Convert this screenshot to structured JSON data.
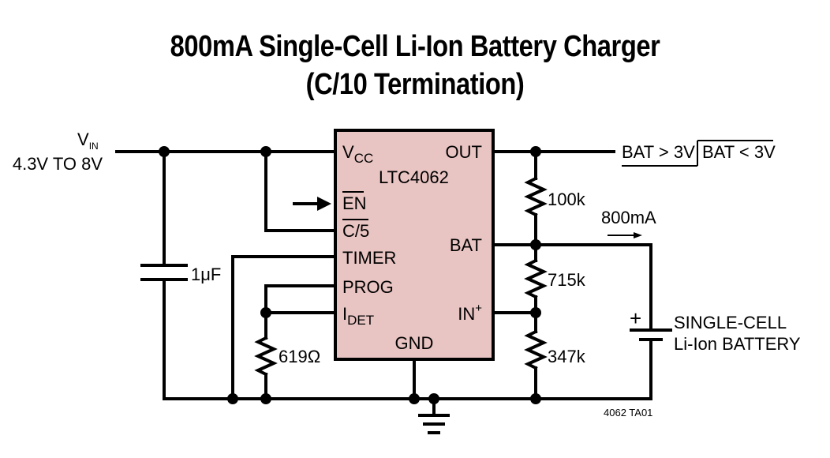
{
  "title_line1": "800mA Single-Cell Li-Ion Battery Charger",
  "title_line2": "(C/10 Termination)",
  "colors": {
    "chip_fill": "#e8c4c2",
    "wire": "#000000"
  },
  "vin": {
    "label": "V",
    "subscript": "IN",
    "range": "4.3V TO 8V"
  },
  "chip": {
    "name": "LTC4062",
    "pins_left": {
      "vcc": "V",
      "vcc_sub": "CC",
      "en": "EN",
      "c5": "C/5",
      "timer": "TIMER",
      "prog": "PROG",
      "idet": "I",
      "idet_sub": "DET"
    },
    "pins_right": {
      "out": "OUT",
      "bat": "BAT",
      "in_plus": "IN",
      "in_plus_sup": "+"
    },
    "pin_bottom": {
      "gnd": "GND"
    }
  },
  "components": {
    "cap": "1μF",
    "r_prog": "619Ω",
    "r1": "100k",
    "r2": "715k",
    "r3": "347k"
  },
  "output": {
    "bat_gt": "BAT > 3V",
    "bat_lt": "BAT < 3V"
  },
  "current": "800mA",
  "battery": {
    "plus": "+",
    "line1": "SINGLE-CELL",
    "line2": "Li-Ion BATTERY"
  },
  "figure_id": "4062 TA01"
}
